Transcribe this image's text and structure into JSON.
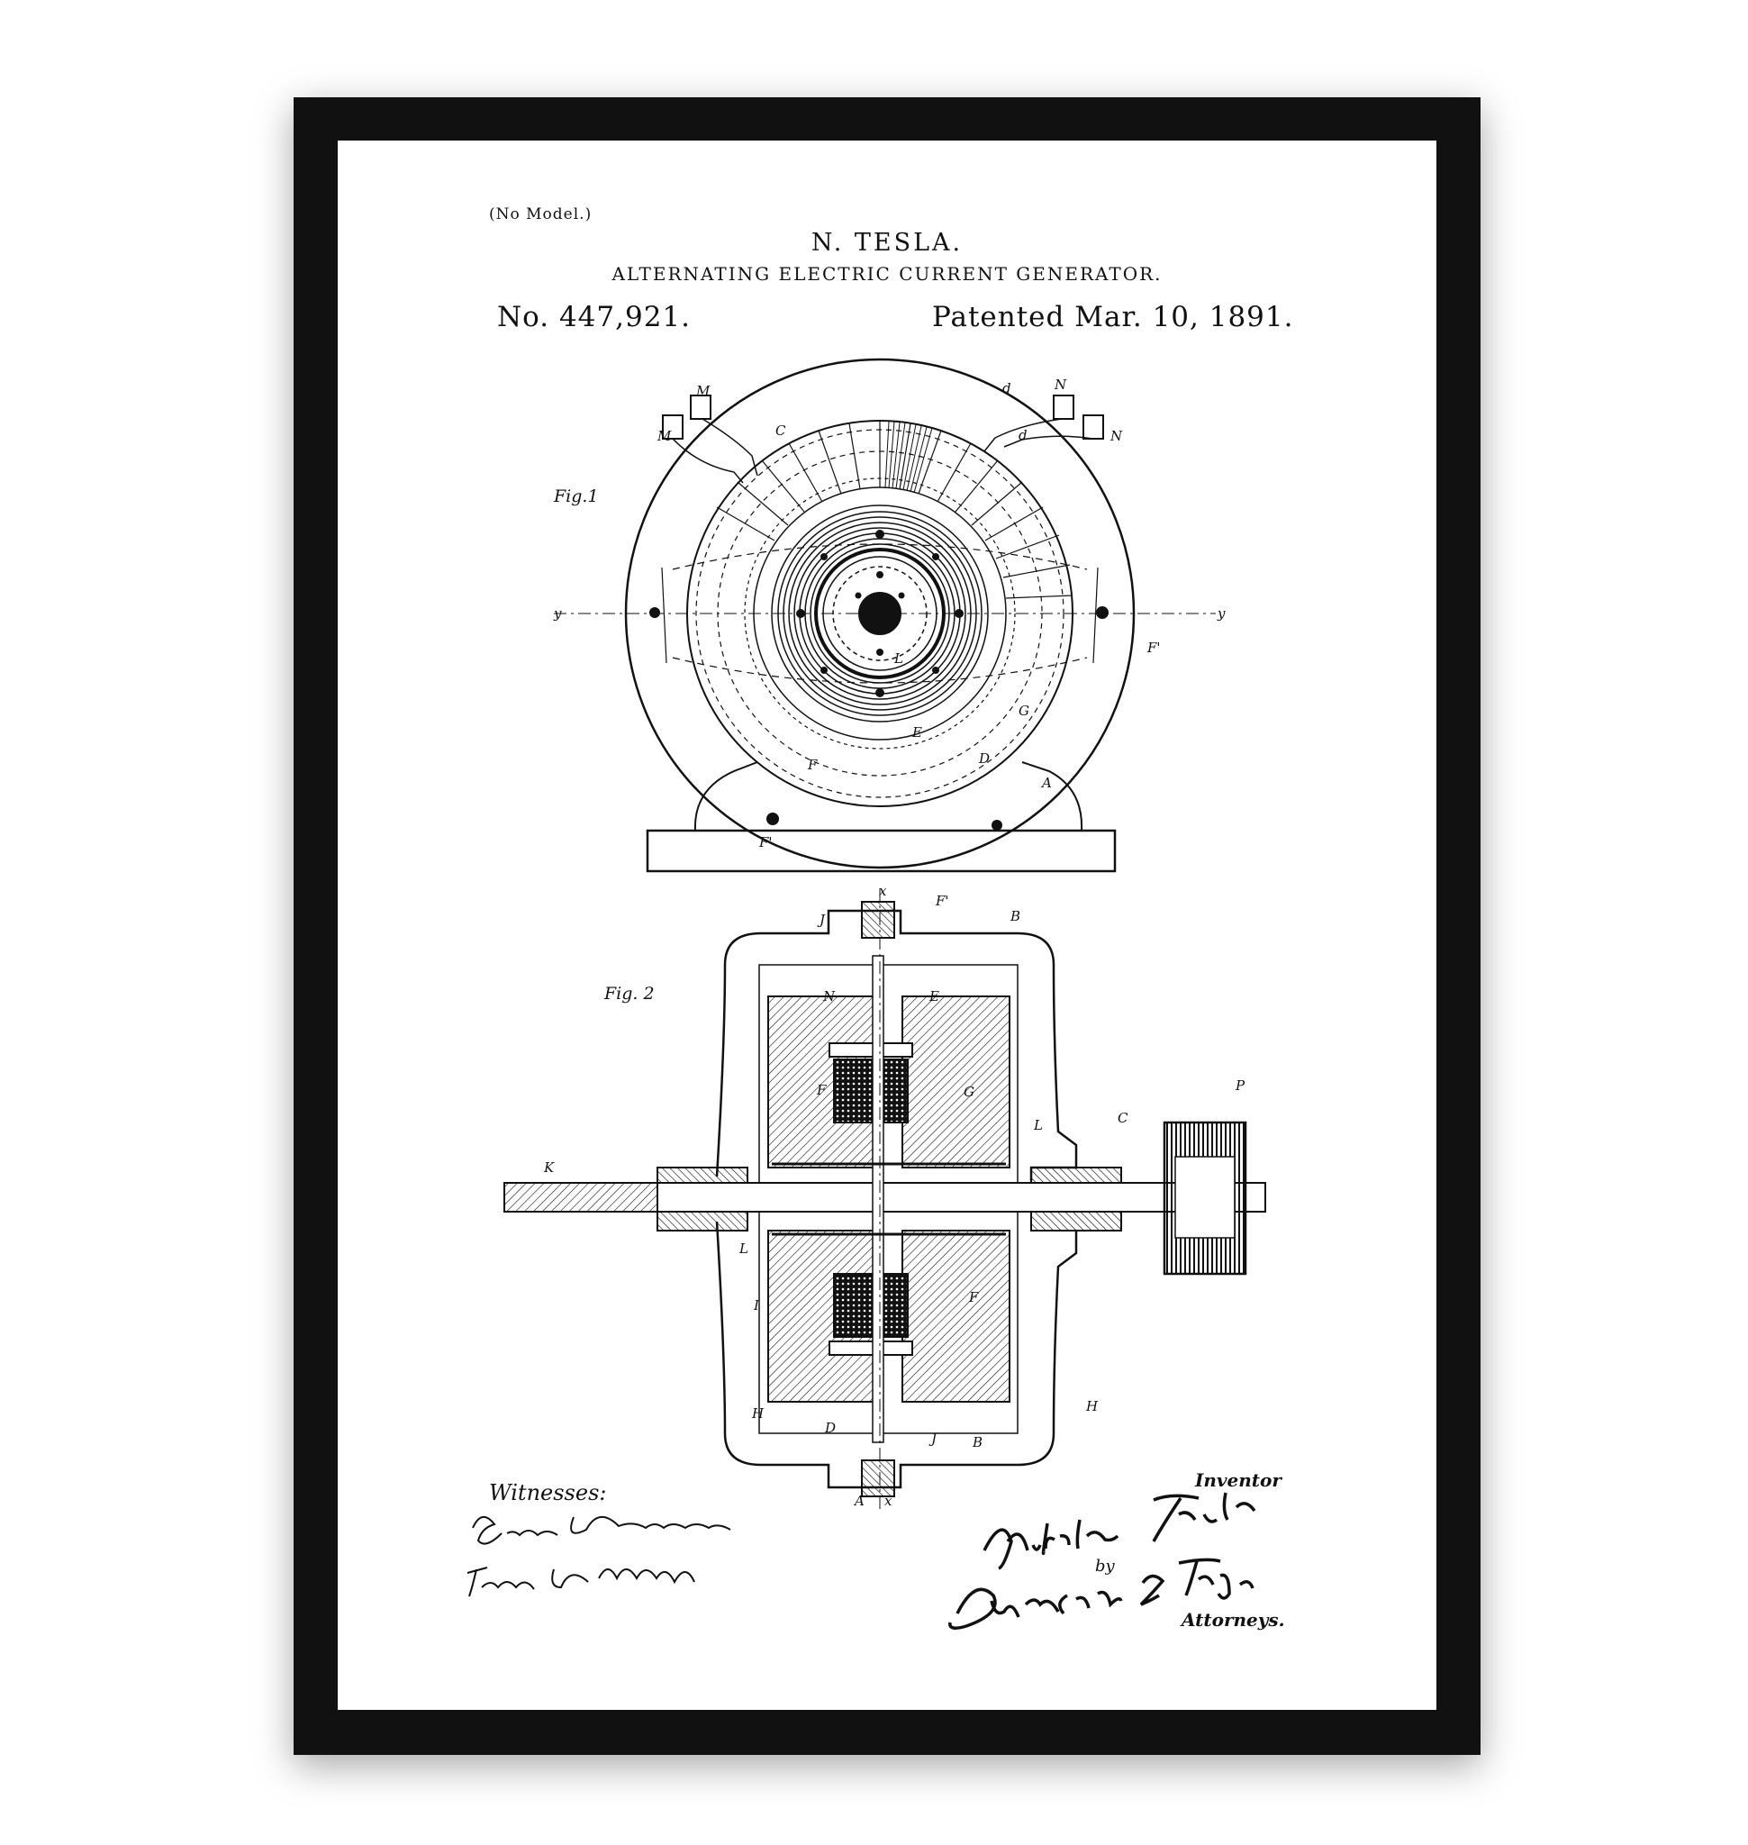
{
  "header": {
    "model_note": "(No Model.)",
    "inventor": "N. TESLA.",
    "title": "ALTERNATING ELECTRIC CURRENT GENERATOR.",
    "number": "No. 447,921.",
    "date": "Patented Mar. 10, 1891."
  },
  "figures": {
    "fig1": "Fig.1",
    "fig2": "Fig. 2"
  },
  "fig1_letters": [
    "M",
    "M",
    "C",
    "d",
    "d",
    "N",
    "N",
    "y",
    "y",
    "F'",
    "L",
    "G",
    "F",
    "E",
    "D",
    "A",
    "F'"
  ],
  "fig2_letters": [
    "x",
    "F'",
    "B",
    "J",
    "N",
    "E",
    "F",
    "G",
    "L",
    "C",
    "P",
    "K",
    "L",
    "I",
    "F",
    "H",
    "D",
    "J",
    "B",
    "H",
    "A",
    "x"
  ],
  "footer": {
    "witnesses_label": "Witnesses:",
    "witness_1": "Ernest Hopkinson",
    "witness_2": "Frank B. Murphy",
    "inventor_label": "Inventor",
    "inventor_signature": "Nikola Tesla",
    "by": "by",
    "attorney_signature": "Duncan & Page",
    "attorneys_label": "Attorneys."
  },
  "colors": {
    "frame": "#111111",
    "mat": "#ffffff",
    "ink": "#111111"
  }
}
